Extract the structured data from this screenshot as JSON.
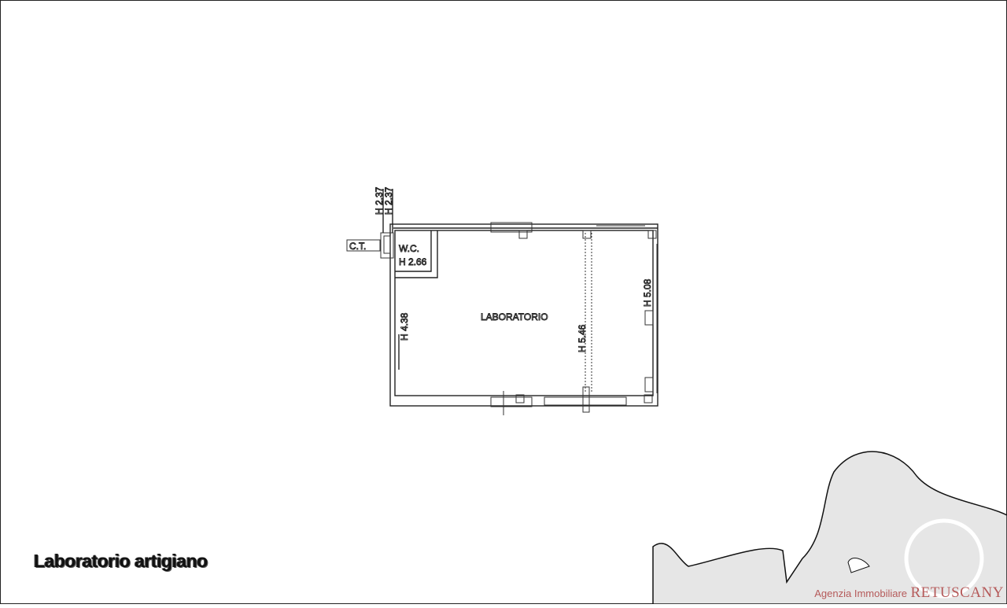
{
  "plan": {
    "rooms": [
      {
        "id": "wc",
        "name": "W.C.",
        "height_label": "H 2.66"
      },
      {
        "id": "laboratorio",
        "name": "LABORATORIO"
      }
    ],
    "labels": {
      "ct": "C.T.",
      "ct_height_1": "H 2.37",
      "ct_height_2": "H 2.37",
      "wall_left_height": "H 4.38",
      "mid_height": "H 5.46",
      "right_height": "H 5.08"
    }
  },
  "caption": "Laboratorio artigiano",
  "agency": {
    "prefix": "Agenzia Immobiliare",
    "brand": "RETUSCANY"
  },
  "colors": {
    "line": "#222222",
    "agency_text": "#b55a5a",
    "watermark": "#e6e6e6"
  }
}
